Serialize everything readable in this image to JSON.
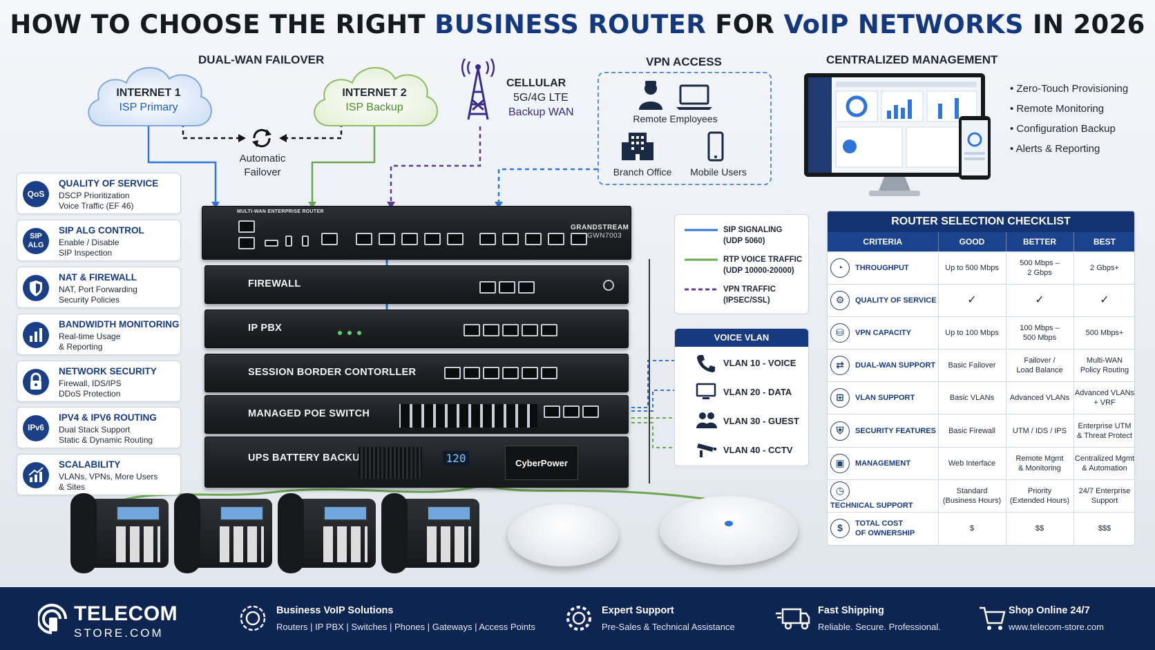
{
  "title": {
    "part1": "HOW TO CHOOSE THE RIGHT ",
    "hl1": "BUSINESS ROUTER",
    "part2": " FOR ",
    "hl2": "VoIP NETWORKS",
    "part3": " IN 2026"
  },
  "dual_wan": {
    "heading": "DUAL-WAN FAILOVER",
    "internet1": {
      "name": "INTERNET 1",
      "role": "ISP Primary"
    },
    "internet2": {
      "name": "INTERNET 2",
      "role": "ISP Backup"
    },
    "failover_line1": "Automatic",
    "failover_line2": "Failover"
  },
  "cellular": {
    "line1": "CELLULAR",
    "line2": "5G/4G LTE",
    "line3": "Backup WAN"
  },
  "vpn": {
    "heading": "VPN ACCESS",
    "remote": "Remote Employees",
    "branch": "Branch Office",
    "mobile": "Mobile Users"
  },
  "management": {
    "heading": "CENTRALIZED MANAGEMENT",
    "bullets": [
      "• Zero-Touch Provisioning",
      "• Remote Monitoring",
      "• Configuration Backup",
      "• Alerts & Reporting"
    ]
  },
  "features": [
    {
      "icon": "QoS",
      "title": "QUALITY OF SERVICE",
      "l1": "DSCP Prioritization",
      "l2": "Voice Traffic (EF 46)"
    },
    {
      "icon": "SIP ALG",
      "title": "SIP ALG CONTROL",
      "l1": "Enable / Disable",
      "l2": "SIP Inspection"
    },
    {
      "icon": "shield",
      "title": "NAT & FIREWALL",
      "l1": "NAT, Port Forwarding",
      "l2": "Security Policies"
    },
    {
      "icon": "bars",
      "title": "BANDWIDTH MONITORING",
      "l1": "Real-time Usage",
      "l2": "& Reporting"
    },
    {
      "icon": "lock",
      "title": "NETWORK SECURITY",
      "l1": "Firewall, IDS/IPS",
      "l2": "DDoS Protection"
    },
    {
      "icon": "IPv6",
      "title": "IPV4 & IPV6 ROUTING",
      "l1": "Dual Stack Support",
      "l2": "Static & Dynamic Routing"
    },
    {
      "icon": "growth",
      "title": "SCALABILITY",
      "l1": "VLANs, VPNs, More Users",
      "l2": "& Sites"
    }
  ],
  "rack": {
    "router_label": "MULTI-WAN ENTERPRISE ROUTER",
    "router_brand": "GRANDSTREAM",
    "router_model": "GWN7003",
    "units": [
      "FIREWALL",
      "IP PBX",
      "SESSION BORDER CONTORLLER",
      "MANAGED POE SWITCH",
      "UPS BATTERY BACKUP"
    ],
    "ups_display": "120",
    "ups_brand": "CyberPower"
  },
  "legend": {
    "sip_l1": "SIP SIGNALING",
    "sip_l2": "(UDP 5060)",
    "rtp_l1": "RTP VOICE TRAFFIC",
    "rtp_l2": "(UDP 10000-20000)",
    "vpn_l1": "VPN TRAFFIC",
    "vpn_l2": "(IPSEC/SSL)",
    "colors": {
      "sip": "#2f74d8",
      "rtp": "#6aa84f",
      "vpn": "#5b3a99"
    }
  },
  "vlan": {
    "heading": "VOICE VLAN",
    "items": [
      "VLAN 10 - VOICE",
      "VLAN 20 - DATA",
      "VLAN 30 - GUEST",
      "VLAN 40 - CCTV"
    ]
  },
  "checklist": {
    "heading": "ROUTER SELECTION CHECKLIST",
    "columns": [
      "CRITERIA",
      "GOOD",
      "BETTER",
      "BEST"
    ],
    "rows": [
      {
        "icon": "gauge",
        "criteria": "THROUGHPUT",
        "good": "Up to 500 Mbps",
        "better": "500 Mbps –\n2 Gbps",
        "best": "2 Gbps+"
      },
      {
        "icon": "qos",
        "criteria": "QUALITY OF SERVICE",
        "good": "✓",
        "better": "✓",
        "best": "✓"
      },
      {
        "icon": "vpn",
        "criteria": "VPN CAPACITY",
        "good": "Up to 100 Mbps",
        "better": "100 Mbps –\n500 Mbps",
        "best": "500 Mbps+"
      },
      {
        "icon": "wan",
        "criteria": "DUAL-WAN SUPPORT",
        "good": "Basic Failover",
        "better": "Failover /\nLoad Balance",
        "best": "Multi-WAN\nPolicy Routing"
      },
      {
        "icon": "vlan",
        "criteria": "VLAN SUPPORT",
        "good": "Basic VLANs",
        "better": "Advanced VLANs",
        "best": "Advanced VLANs\n+ VRF"
      },
      {
        "icon": "shield",
        "criteria": "SECURITY FEATURES",
        "good": "Basic Firewall",
        "better": "UTM / IDS / IPS",
        "best": "Enterprise UTM\n& Threat Protect"
      },
      {
        "icon": "mgmt",
        "criteria": "MANAGEMENT",
        "good": "Web Interface",
        "better": "Remote Mgmt\n& Monitoring",
        "best": "Centralized Mgmt\n& Automation"
      },
      {
        "icon": "clock",
        "criteria": "TECHNICAL SUPPORT",
        "good": "Standard\n(Business Hours)",
        "better": "Priority\n(Extended Hours)",
        "best": "24/7 Enterprise\nSupport"
      },
      {
        "icon": "dollar",
        "criteria": "TOTAL COST\nOF OWNERSHIP",
        "good": "$",
        "better": "$$",
        "best": "$$$"
      }
    ]
  },
  "footer": {
    "logo_top": "TELECOM",
    "logo_bottom": "STORE.COM",
    "items": [
      {
        "title": "Business VoIP Solutions",
        "desc": "Routers | IP PBX | Switches | Phones | Gateways | Access Points"
      },
      {
        "title": "Expert Support",
        "desc": "Pre-Sales & Technical Assistance"
      },
      {
        "title": "Fast Shipping",
        "desc": "Reliable. Secure. Professional."
      },
      {
        "title": "Shop Online 24/7",
        "desc": "www.telecom-store.com"
      }
    ]
  }
}
